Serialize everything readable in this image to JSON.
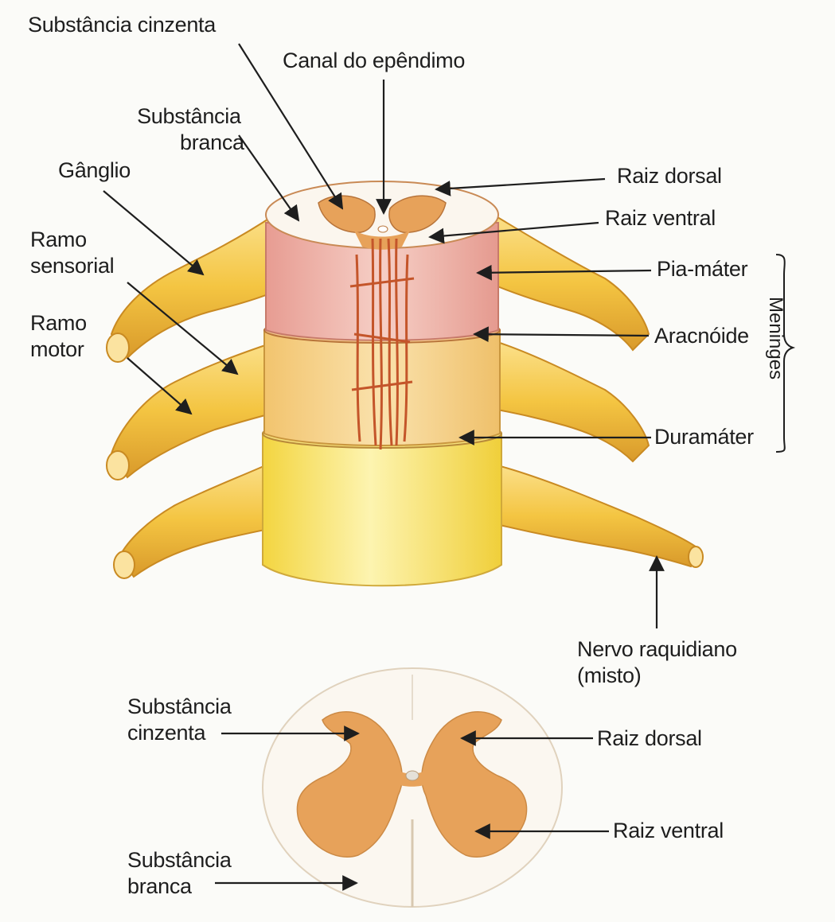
{
  "labels": {
    "substancia_cinzenta_top": "Substância cinzenta",
    "canal_do_ependimo": "Canal do epêndimo",
    "substancia_branca_top_1": "Substância",
    "substancia_branca_top_2": "branca",
    "ganglio": "Gânglio",
    "ramo_sensorial_1": "Ramo",
    "ramo_sensorial_2": "sensorial",
    "ramo_motor_1": "Ramo",
    "ramo_motor_2": "motor",
    "raiz_dorsal_top": "Raiz dorsal",
    "raiz_ventral_top": "Raiz ventral",
    "pia_mater": "Pia-máter",
    "aracnoide": "Aracnóide",
    "duramater": "Duramáter",
    "meninges": "Meninges",
    "nervo_raquidiano_1": "Nervo raquidiano",
    "nervo_raquidiano_2": "(misto)",
    "substancia_cinzenta_bottom_1": "Substância",
    "substancia_cinzenta_bottom_2": "cinzenta",
    "raiz_dorsal_bottom": "Raiz dorsal",
    "raiz_ventral_bottom": "Raiz ventral",
    "substancia_branca_bottom_1": "Substância",
    "substancia_branca_bottom_2": "branca"
  },
  "colors": {
    "nerve": "#f4c542",
    "nerve_dark": "#d99a2b",
    "gray_matter": "#e7a25a",
    "white_matter": "#fbf6ee",
    "pia": "#ecaaa0",
    "arachnoid": "#f6d28e",
    "dura": "#f8e56a",
    "vessel": "#c4552a",
    "text": "#1e1e1e"
  }
}
